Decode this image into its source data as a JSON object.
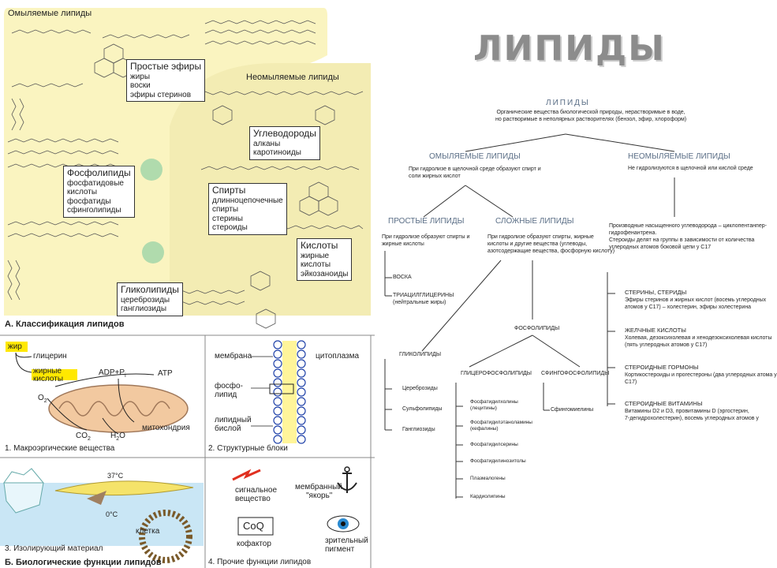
{
  "left": {
    "saponifiable_title": "Омыляемые липиды",
    "unsaponifiable_title": "Неомыляемые липиды",
    "simple_esters": [
      "Простые эфиры",
      "жиры",
      "воски",
      "эфиры стеринов"
    ],
    "phospholipids": [
      "Фосфолипиды",
      "фосфатидовые",
      "кислоты",
      "фосфатиды",
      "сфинголипиды"
    ],
    "glycolipids": [
      "Гликолипиды",
      "цереброзиды",
      "ганглиозиды"
    ],
    "hydrocarbons": [
      "Углеводороды",
      "алканы",
      "каротиноиды"
    ],
    "alcohols": [
      "Спирты",
      "длинноцепочечные",
      "спирты",
      "стерины",
      "стероиды"
    ],
    "acids": [
      "Кислоты",
      "жирные",
      "кислоты",
      "эйкозаноиды"
    ],
    "caption_a": "А. Классификация липидов",
    "panel1": {
      "fat": "жир",
      "glycerol": "глицерин",
      "fatty_acids": "жирные",
      "fatty_acids2": "кислоты",
      "adp": "ADP+P",
      "adp_sub": "i",
      "atp": "ATP",
      "o2": "O",
      "o2_sub": "2",
      "co2": "CO",
      "co2_sub": "2",
      "h2o": "H",
      "h2o_sub": "2",
      "h2o_end": "O",
      "mito": "митохондрия",
      "caption": "1. Макроэргические вещества"
    },
    "panel2": {
      "membrane": "мембрана",
      "cytoplasm": "цитоплазма",
      "phospho": "фосфо-",
      "lipid": "липид",
      "bilayer1": "липидный",
      "bilayer2": "бислой",
      "caption": "2. Структурные блоки"
    },
    "panel3": {
      "t37": "37°C",
      "t0": "0°C",
      "cell": "клетка",
      "caption": "3. Изолирующий материал"
    },
    "panel4": {
      "signal1": "сигнальное",
      "signal2": "вещество",
      "anchor1": "мембранный",
      "anchor2": "\"якорь\"",
      "coq": "CoQ",
      "cofactor": "кофактор",
      "vis1": "зрительный",
      "vis2": "пигмент",
      "caption": "4. Прочие функции липидов"
    },
    "caption_b": "Б. Биологические функции липидов"
  },
  "right": {
    "title": "ЛИПИДЫ",
    "root": {
      "title": "ЛИПИДЫ",
      "desc": [
        "Органические вещества биологической природы, нерастворимые в воде,",
        "но растворимые в неполярных растворителях (бензол, эфир, хлороформ)"
      ]
    },
    "saponifiable": {
      "title": "ОМЫЛЯЕМЫЕ ЛИПИДЫ",
      "desc": [
        "При гидролизе в щелочной среде образуют спирт и",
        "соли жирных кислот"
      ]
    },
    "unsaponifiable": {
      "title": "НЕОМЫЛЯЕМЫЕ ЛИПИДЫ",
      "desc": [
        "Не гидролизуются в щелочной или кислой среде"
      ]
    },
    "simple": {
      "title": "ПРОСТЫЕ ЛИПИДЫ",
      "desc": [
        "При гидролизе образуют спирты и",
        "жирные кислоты"
      ]
    },
    "complex": {
      "title": "СЛОЖНЫЕ ЛИПИДЫ",
      "desc": [
        "При гидролизе образуют спирты, жирные",
        "кислоты и другие вещества (углеводы,",
        "азотсодержащие вещества, фосфорную кислоту)"
      ]
    },
    "simple_items": [
      "ВОСКА",
      "ТРИАЦИЛГЛИЦЕРИНЫ",
      "(нейтральные жиры)"
    ],
    "steroid_desc": [
      "Производные насыщенного углеводорода – циклопентанпер-",
      "гидрофенантрена.",
      "Стероиды делят на группы в зависимости от количества",
      "углеродных атомов боковой цепи у C17"
    ],
    "steroid_groups": [
      {
        "title": "СТЕРИНЫ, СТЕРИДЫ",
        "desc": [
          "Эфиры стеринов и жирных кислот (восемь углеродных",
          "атомов у C17) – холестерин, эфиры холестерина"
        ]
      },
      {
        "title": "ЖЕЛЧНЫЕ КИСЛОТЫ",
        "desc": [
          "Холевая, дезоксихолевая и хенодезоксихолевая кислоты",
          "(пять углеродных атомов у C17)"
        ]
      },
      {
        "title": "СТЕРОИДНЫЕ ГОРМОНЫ",
        "desc": [
          "Кортикостероиды и прогестероны (два углеродных атома у",
          "C17)"
        ]
      },
      {
        "title": "СТЕРОИДНЫЕ ВИТАМИНЫ",
        "desc": [
          "Витамины D2 и D3, провитамины D (эргостерин,",
          "7-дегидрохолестерин), восемь углеродных атомов у"
        ]
      }
    ],
    "phospholipids": "ФОСФОЛИПИДЫ",
    "glycolipids": {
      "title": "ГЛИКОЛИПИДЫ",
      "items": [
        "Цереброзиды",
        "Сульфолипиды",
        "Ганглиозиды"
      ]
    },
    "glycerophospholipids": {
      "title": "ГЛИЦЕРОФОСФОЛИПИДЫ",
      "items": [
        "Фосфатидилхолины",
        "(лецитины)",
        "Фосфатидилэтаноламины",
        "(кефалины)",
        "Фосфатидилсерины",
        "Фосфатидилинозитолы",
        "Плазмалогены",
        "Кардиолипины"
      ]
    },
    "sphingophospholipids": {
      "title": "СФИНГОФОСФОЛИПИДЫ",
      "items": [
        "Сфингомиелины"
      ]
    }
  },
  "colors": {
    "yellow_bg": "#faf4c0",
    "yellow_light": "#f3ecb3",
    "heading": "#5a6e86",
    "line": "#333333",
    "title_gray": "#8c8c8c",
    "sea": "#c9e6f5",
    "mito": "#f2c9a0"
  }
}
